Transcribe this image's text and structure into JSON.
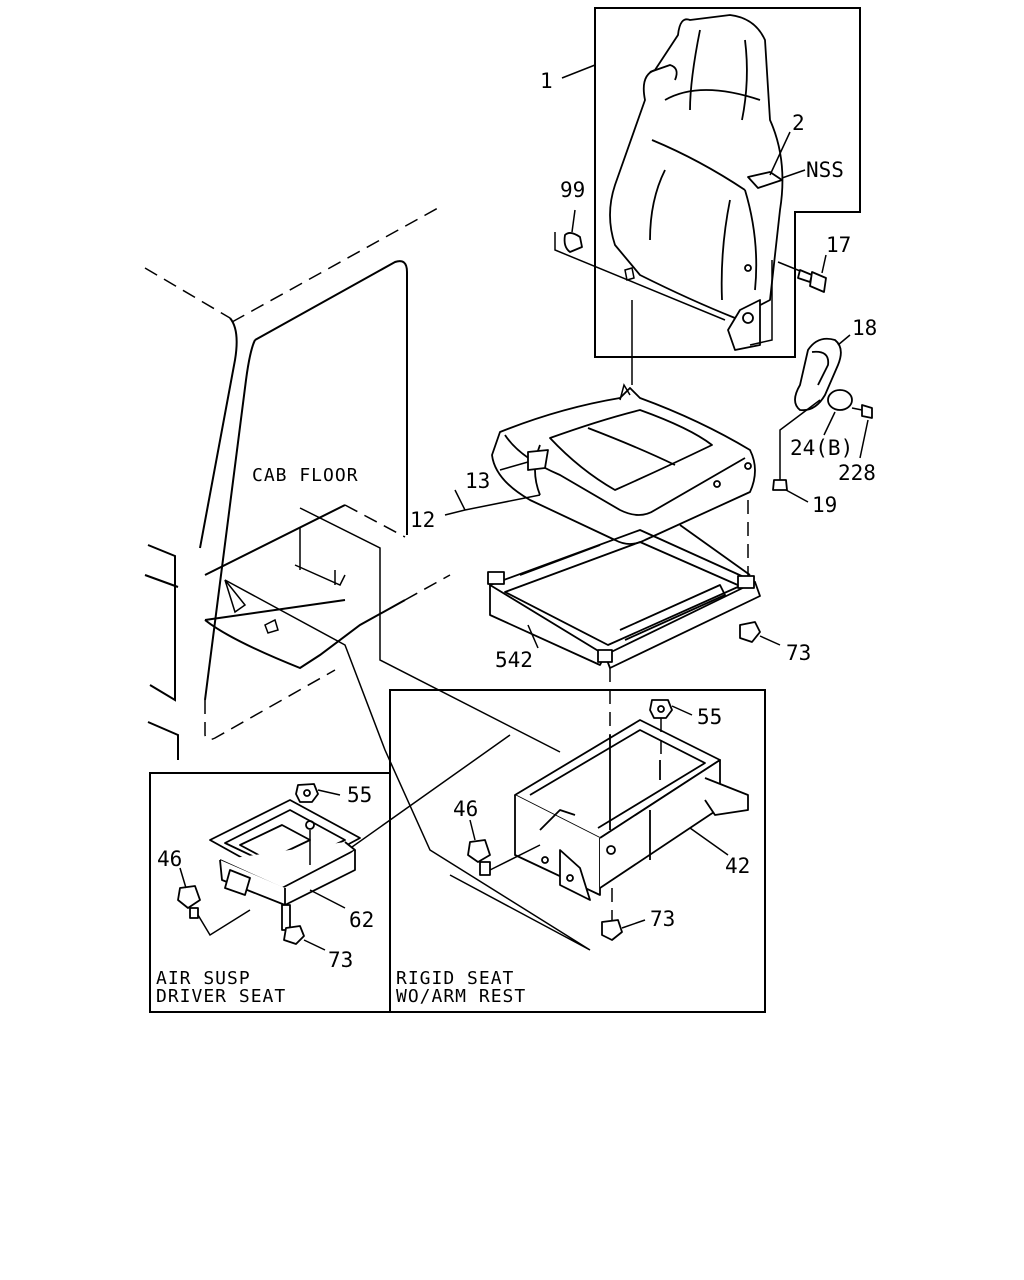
{
  "callouts": {
    "c1": "1",
    "c2": "2",
    "nss": "NSS",
    "c99": "99",
    "c17": "17",
    "c18": "18",
    "c24b": "24(B)",
    "c228": "228",
    "c19": "19",
    "c13": "13",
    "c12": "12",
    "c542": "542",
    "c73a": "73",
    "c55a": "55",
    "c46a": "46",
    "c42": "42",
    "c73b": "73",
    "c55b": "55",
    "c46b": "46",
    "c62": "62",
    "c73c": "73"
  },
  "labels": {
    "cab_floor": "CAB FLOOR",
    "air_susp_line1": "AIR SUSP",
    "air_susp_line2": "DRIVER SEAT",
    "rigid_line1": "RIGID SEAT",
    "rigid_line2": "WO/ARM REST"
  }
}
